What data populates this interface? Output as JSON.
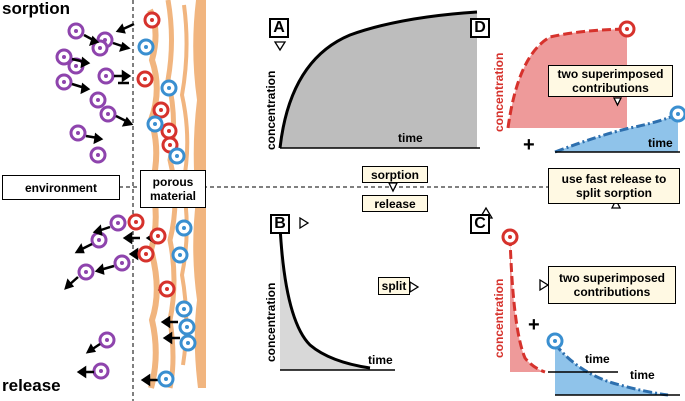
{
  "labels": {
    "sorption": "sorption",
    "release": "release",
    "environment": "environment",
    "porous_material": "porous material",
    "sorption_small": "sorption",
    "release_small": "release",
    "split": "split",
    "use_fast_release": "use fast release to split sorption",
    "two_superimposed_d": "two superimposed contributions",
    "two_superimposed_c": "two superimposed contributions",
    "plus": "+"
  },
  "panels": {
    "A": {
      "letter": "A",
      "ylabel": "concentration",
      "xlabel": "time"
    },
    "B": {
      "letter": "B",
      "ylabel": "concentration",
      "xlabel": "time"
    },
    "C": {
      "letter": "C",
      "ylabel": "concentration",
      "xlabel_1": "time",
      "xlabel_2": "time"
    },
    "D": {
      "letter": "D",
      "ylabel": "concentration",
      "xlabel": "time"
    }
  },
  "colors": {
    "purple": "#8e44ad",
    "red": "#d6322c",
    "blue": "#3a8fd0",
    "red_fill": "#ee9a9a",
    "blue_fill": "#8fc3ea",
    "gray_fill": "#bdbdbd",
    "light_gray_fill": "#d8d8d8",
    "porous": "#f1b57f",
    "note_bg": "#fff9e3"
  }
}
